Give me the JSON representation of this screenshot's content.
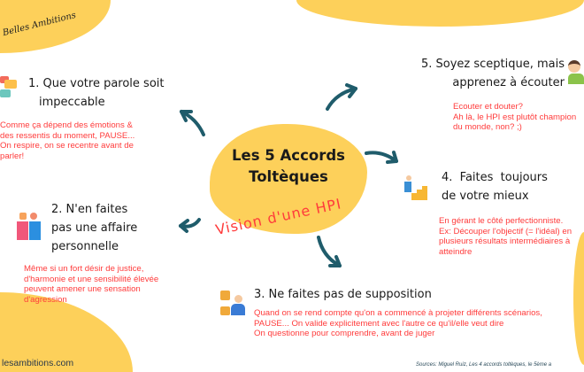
{
  "brand": {
    "signature": "Belles Ambitions",
    "website": "lesambitions.com"
  },
  "center": {
    "title_line1": "Les 5 Accords",
    "title_line2": "Toltèques",
    "subtitle": "Vision d'une HPI"
  },
  "agreements": [
    {
      "title_line1": "1. Que votre parole soit",
      "title_line2": "impeccable",
      "icon": "speech-bubbles-icon",
      "note": [
        "Comme ça dépend des émotions &",
        "des ressentis du moment, PAUSE...",
        "On respire, on se recentre avant de",
        "parler!"
      ]
    },
    {
      "title_line1": "2. N'en faites",
      "title_line2": "pas une affaire",
      "title_line3": "personnelle",
      "icon": "people-icon",
      "note": [
        "Même si un fort désir de justice,",
        "d'harmonie et une sensibilité élevée",
        "peuvent amener une sensation",
        "d'agression"
      ]
    },
    {
      "title_line1": "3. Ne faites pas de supposition",
      "icon": "question-person-icon",
      "note": [
        "Quand on se rend compte qu'on a commencé à projeter différents scénarios,",
        "PAUSE... On valide explicitement avec l'autre ce qu'il/elle veut dire",
        "On questionne pour comprendre, avant de juger"
      ]
    },
    {
      "title_line1": "4.  Faites  toujours",
      "title_line2": "de votre mieux",
      "icon": "climbing-stairs-icon",
      "note": [
        "En gérant le côté perfectionniste.",
        "Ex: Découper l'objectif (= l'idéal) en",
        "plusieurs résultats intermédiaires à",
        "atteindre"
      ]
    },
    {
      "title_line1": "5. Soyez sceptique, mais",
      "title_line2": "apprenez à écouter",
      "icon": "thinking-person-icon",
      "note": [
        "Ecouter et douter?",
        "Ah là, le HPI est plutôt champion",
        "du monde, non? ;)"
      ]
    }
  ],
  "sources": "Sources: Miguel Ruiz, Les 4 accords toltèques, le 5ème a",
  "colors": {
    "yellow": "#fdd05a",
    "red": "#ff3b3b",
    "teal": "#1f5c6b",
    "text": "#1a1a1a"
  }
}
